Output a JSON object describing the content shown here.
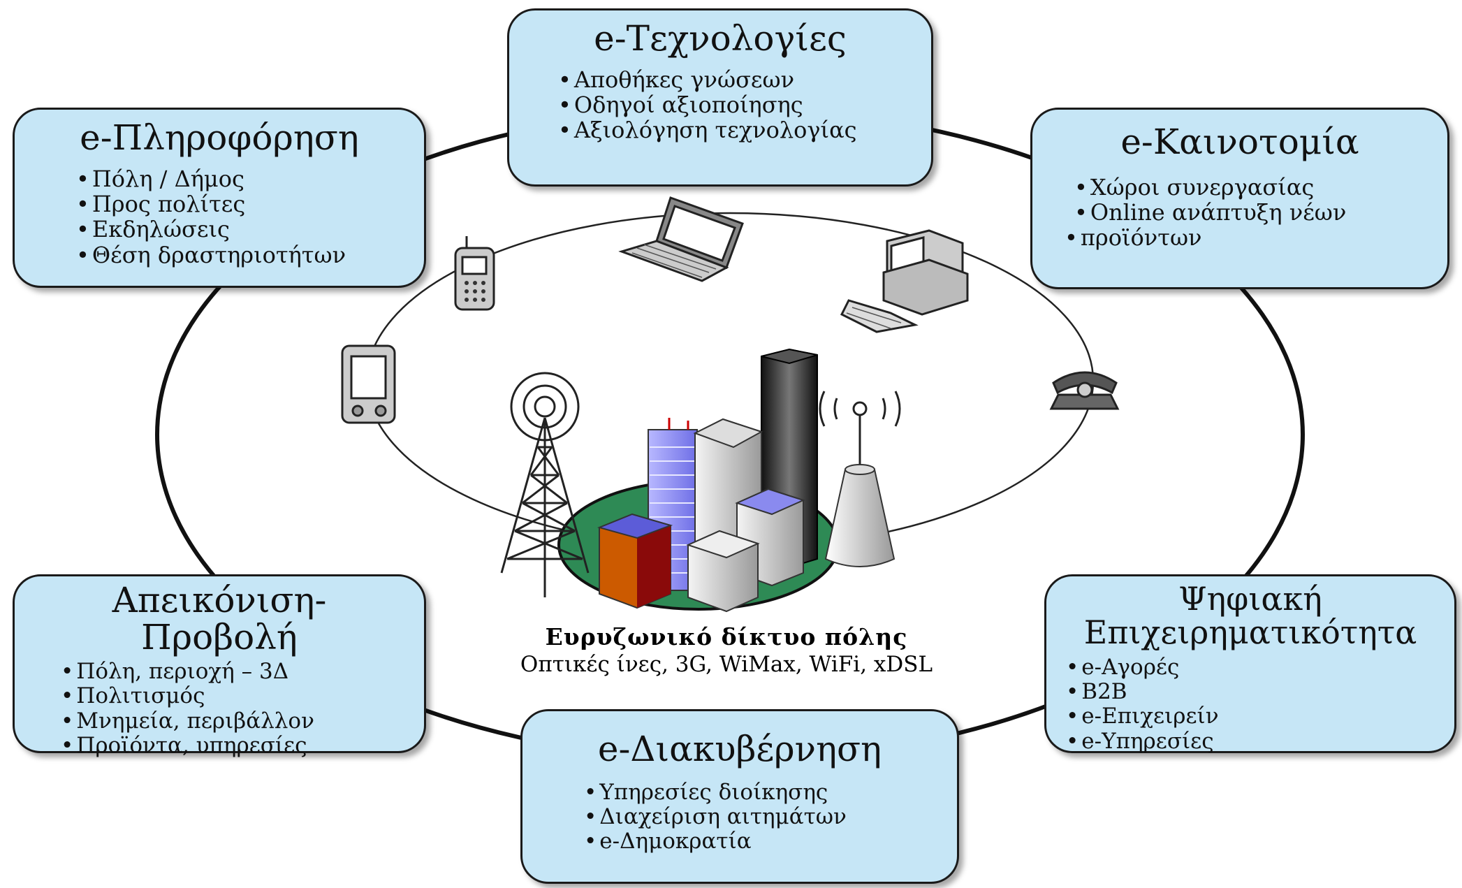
{
  "boxes": {
    "tech": {
      "title": "e-Τεχνολογίες",
      "items": [
        "Αποθήκες γνώσεων",
        "Οδηγοί αξιοποίησης",
        "Αξιολόγηση τεχνολογίας"
      ]
    },
    "info": {
      "title": "e-Πληροφόρηση",
      "items": [
        "Πόλη / Δήμος",
        "Προς πολίτες",
        "Εκδηλώσεις",
        "Θέση δραστηριοτήτων"
      ]
    },
    "innov": {
      "title": "e-Καινοτομία",
      "items": [
        "Χώροι συνεργασίας",
        "Online ανάπτυξη νέων",
        "προϊόντων"
      ]
    },
    "vis": {
      "title_line1": "Απεικόνιση-",
      "title_line2": "Προβολή",
      "items": [
        "Πόλη, περιοχή – 3Δ",
        "Πολιτισμός",
        "Μνημεία, περιβάλλον",
        "Προϊόντα, υπηρεσίες"
      ]
    },
    "biz": {
      "title_line1": "Ψηφιακή",
      "title_line2": "Επιχειρηματικότητα",
      "items": [
        "e-Αγορές",
        "B2B",
        "e-Επιχειρείν",
        "e-Υπηρεσίες"
      ]
    },
    "gov": {
      "title": "e-Διακυβέρνηση",
      "items": [
        "Υπηρεσίες διοίκησης",
        "Διαχείριση αιτημάτων",
        "e-Δημοκρατία"
      ]
    }
  },
  "center": {
    "title": "Ευρυζωνικό δίκτυο πόλης",
    "subtitle": "Οπτικές ίνες, 3G, WiMax, WiFi, xDSL"
  }
}
